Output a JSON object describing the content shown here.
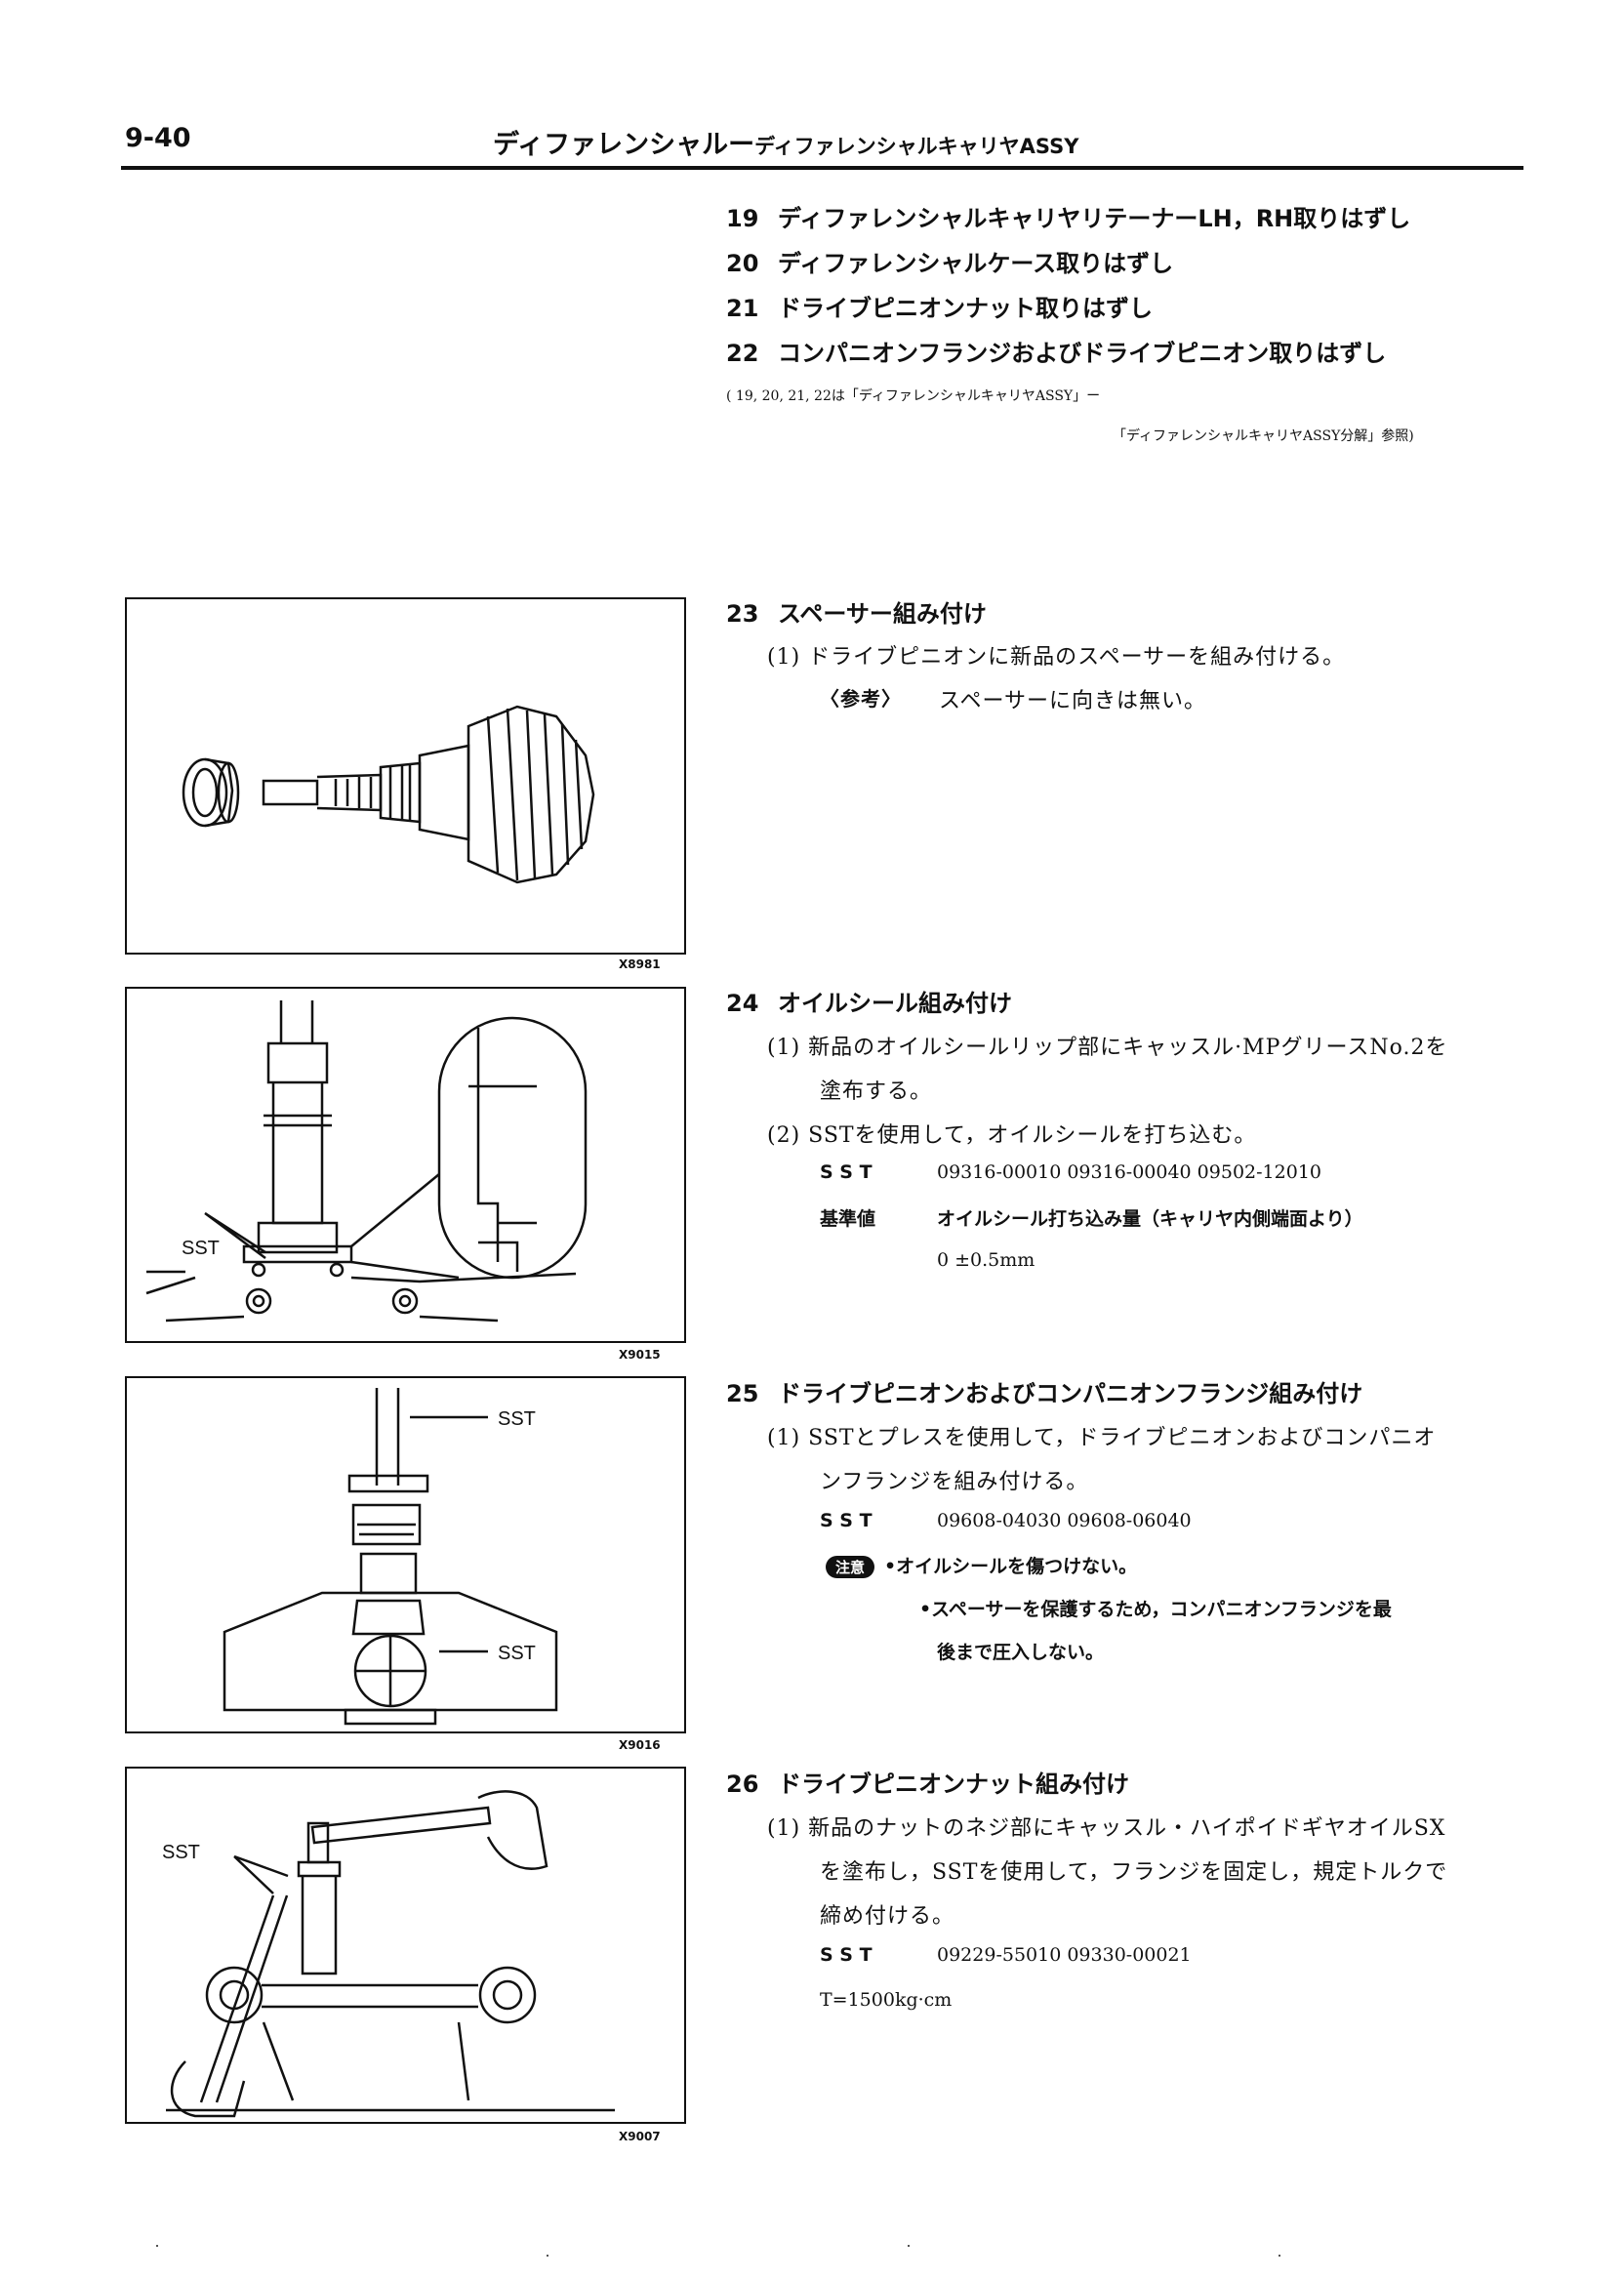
{
  "header": {
    "page_number": "9-40",
    "title_main": "ディファレンシャルー",
    "title_sub": "ディファレンシャルキャリヤASSY"
  },
  "top_steps": [
    {
      "num": "19",
      "text": "ディファレンシャルキャリヤリテーナーLH，RH取りはずし"
    },
    {
      "num": "20",
      "text": "ディファレンシャルケース取りはずし"
    },
    {
      "num": "21",
      "text": "ドライブピニオンナット取りはずし"
    },
    {
      "num": "22",
      "text": "コンパニオンフランジおよびドライブピニオン取りはずし"
    }
  ],
  "top_note": {
    "line1": "( 19,  20,  21,  22は「ディファレンシャルキャリヤASSY」ー",
    "line2": "「ディファレンシャルキャリヤASSY分解」参照)"
  },
  "figures": [
    {
      "code": "X8981"
    },
    {
      "code": "X9015",
      "sst_label": "SST"
    },
    {
      "code": "X9016",
      "sst_label_top": "SST",
      "sst_label_bottom": "SST"
    },
    {
      "code": "X9007",
      "sst_label": "SST"
    }
  ],
  "step23": {
    "num": "23",
    "title": "スペーサー組み付け",
    "item1": "(1)  ドライブピニオンに新品のスペーサーを組み付ける。",
    "ref_label": "〈参考〉",
    "ref_text": "スペーサーに向きは無い。"
  },
  "step24": {
    "num": "24",
    "title": "オイルシール組み付け",
    "item1_line1": "(1)  新品のオイルシールリップ部にキャッスル·MPグリースNo.2を",
    "item1_line2": "塗布する。",
    "item2": "(2)  SSTを使用して，オイルシールを打ち込む。",
    "sst_label": "S S T",
    "sst_values": "09316-00010     09316-00040     09502-12010",
    "std_label": "基準値",
    "std_text": "オイルシール打ち込み量（キャリヤ内側端面より）",
    "std_value": "0 ±0.5mm"
  },
  "step25": {
    "num": "25",
    "title": "ドライブピニオンおよびコンパニオンフランジ組み付け",
    "item1_line1": "(1)  SSTとプレスを使用して，ドライブピニオンおよびコンパニオ",
    "item1_line2": "ンフランジを組み付ける。",
    "sst_label": "S S T",
    "sst_values": "09608-04030     09608-06040",
    "caution_label": "注意",
    "caution1": "•オイルシールを傷つけない。",
    "caution2_line1": "•スペーサーを保護するため，コンパニオンフランジを最",
    "caution2_line2": "後まで圧入しない。"
  },
  "step26": {
    "num": "26",
    "title": "ドライブピニオンナット組み付け",
    "item1_line1": "(1)  新品のナットのネジ部にキャッスル・ハイポイドギヤオイルSX",
    "item1_line2": "を塗布し，SSTを使用して，フランジを固定し，規定トルクで",
    "item1_line3": "締め付ける。",
    "sst_label": "S S T",
    "sst_values": "09229-55010     09330-00021",
    "torque": "T=1500kg·cm"
  }
}
